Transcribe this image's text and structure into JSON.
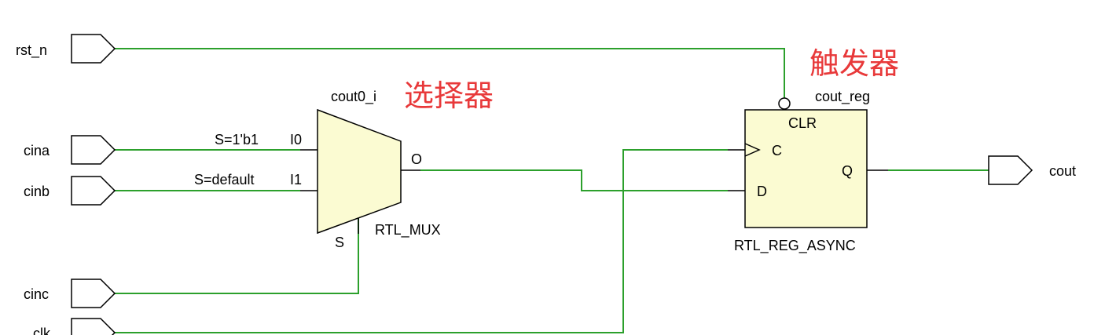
{
  "ports": {
    "inputs": [
      "rst_n",
      "cina",
      "cinb",
      "cinc",
      "clk"
    ],
    "outputs": [
      "cout"
    ]
  },
  "mux": {
    "instance": "cout0_i",
    "type": "RTL_MUX",
    "pin_i0": "I0",
    "pin_i1": "I1",
    "pin_out": "O",
    "pin_sel": "S",
    "cond_i0": "S=1'b1",
    "cond_i1": "S=default",
    "annotation": "选择器"
  },
  "reg": {
    "instance": "cout_reg",
    "type": "RTL_REG_ASYNC",
    "pin_clr": "CLR",
    "pin_c": "C",
    "pin_d": "D",
    "pin_q": "Q",
    "annotation": "触发器"
  },
  "colors": {
    "wire": "#2ca02c",
    "cell_fill": "#fbfbd2",
    "annotation": "#e8393a"
  }
}
